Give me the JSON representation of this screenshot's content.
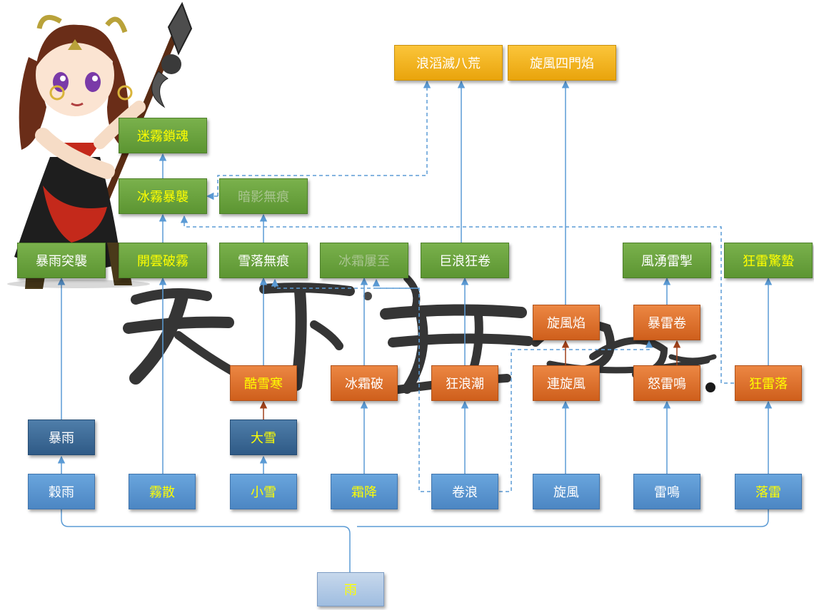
{
  "diagram": {
    "root": "雨",
    "columns": [
      {
        "base": "穀雨",
        "mid": "暴雨",
        "top": "暴雨突襲"
      },
      {
        "base": "霧散",
        "top": "開雲破霧",
        "upper1": "冰霧暴襲",
        "upper2": "迷霧鎖魂"
      },
      {
        "base": "小雪",
        "mid": "大雪",
        "tier3": "酷雪寒",
        "top": "雪落無痕",
        "side": "暗影無痕"
      },
      {
        "base": "霜降",
        "tier3": "冰霜破",
        "top": "冰霜屢至"
      },
      {
        "base": "卷浪",
        "tier3": "狂浪潮",
        "top": "巨浪狂卷",
        "final1": "浪滔滅八荒"
      },
      {
        "base": "旋風",
        "tier3": "連旋風",
        "tier4": "旋風焰",
        "final2": "旋風四門焰"
      },
      {
        "base": "雷鳴",
        "tier3": "怒雷鳴",
        "tier4": "暴雷卷",
        "top": "風湧雷掣"
      },
      {
        "base": "落雷",
        "tier3": "狂雷落",
        "top": "狂雷驚蟄"
      }
    ]
  },
  "colors": {
    "base": "#5a95d0",
    "dark": "#3e6c98",
    "orange": "#e0742e",
    "green": "#6ca341",
    "gold": "#f5b51e",
    "root": "#b5cce8",
    "connector": "#5b9bd5",
    "advanced_link": "#a0411a"
  },
  "decorations": {
    "calligraphy": "天下無雙 logo",
    "character": "chibi warrior with halberd"
  }
}
